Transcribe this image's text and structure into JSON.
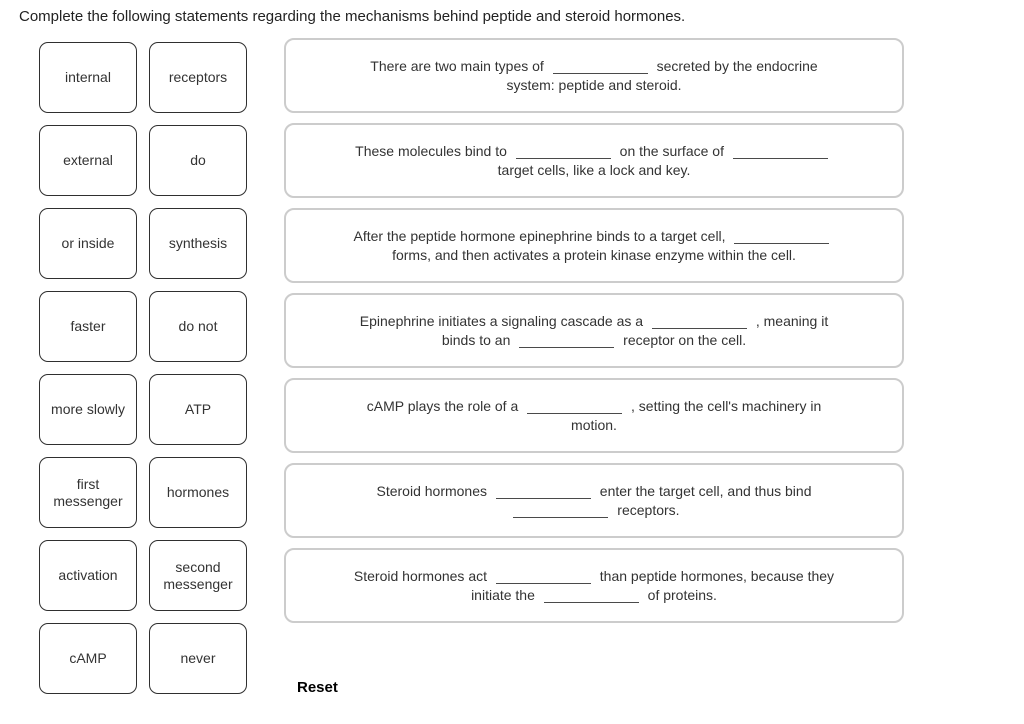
{
  "title": "Complete the following statements regarding the mechanisms behind peptide and steroid hormones.",
  "word_bank": {
    "columns": [
      [
        "internal",
        "external",
        "or inside",
        "faster",
        "more slowly",
        "first messenger",
        "activation",
        "cAMP"
      ],
      [
        "receptors",
        "do",
        "synthesis",
        "do not",
        "ATP",
        "hormones",
        "second messenger",
        "never"
      ]
    ]
  },
  "statements": [
    {
      "lines": [
        "There are two main types of ___ secreted by the endocrine",
        "system: peptide and steroid."
      ]
    },
    {
      "lines": [
        "These molecules bind to ___ on the surface of ___",
        "target cells, like a lock and key."
      ]
    },
    {
      "lines": [
        "After the peptide hormone epinephrine binds to a target cell, ___",
        "forms, and then activates a protein kinase enzyme within the cell."
      ]
    },
    {
      "lines": [
        "Epinephrine initiates a signaling cascade as a ___ , meaning it",
        "binds to an ___ receptor on the cell."
      ]
    },
    {
      "lines": [
        "cAMP plays the role of a ___ , setting the cell's machinery in",
        "motion."
      ]
    },
    {
      "lines": [
        "Steroid hormones ___ enter the target cell, and thus bind",
        "___ receptors."
      ]
    },
    {
      "lines": [
        "Steroid hormones act ___ than peptide hormones, because they",
        "initiate the ___ of proteins."
      ]
    }
  ],
  "reset_label": "Reset",
  "colors": {
    "tile_border": "#2f2f2f",
    "statement_box_border": "#cccccc",
    "text": "#333333",
    "title_text": "#222222"
  }
}
